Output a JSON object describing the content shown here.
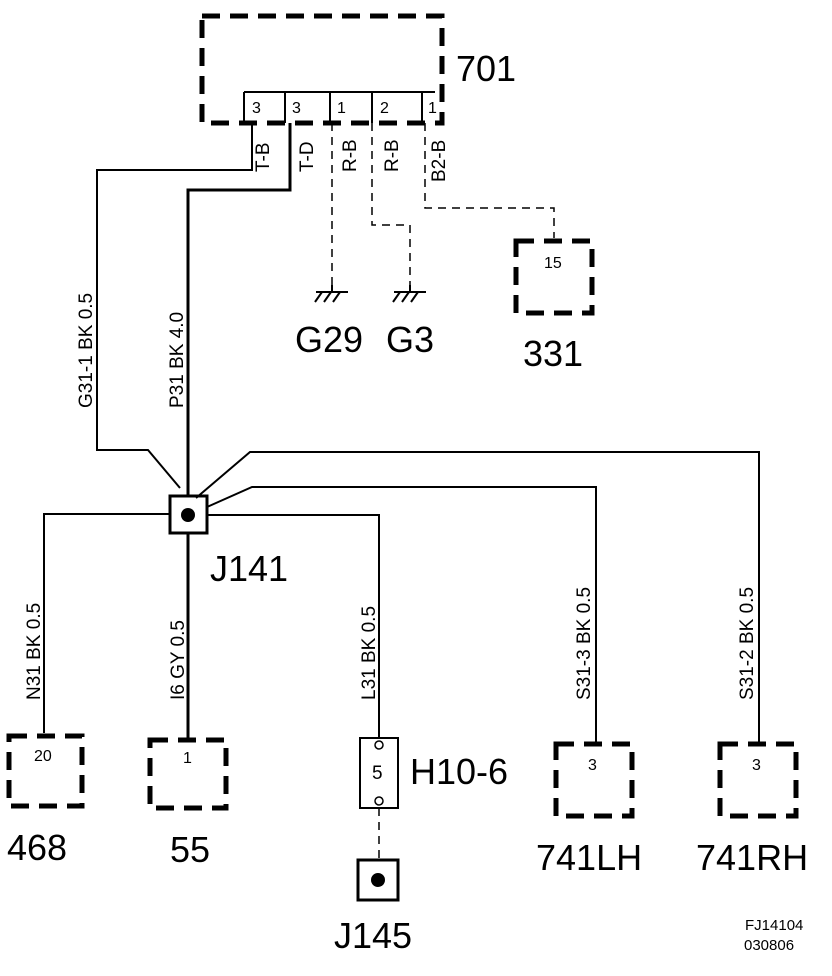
{
  "components": {
    "c701": "701",
    "c331": "331",
    "c468": "468",
    "c55": "55",
    "c741lh": "741LH",
    "c741rh": "741RH",
    "h10_6": "H10-6",
    "j141": "J141",
    "j145": "J145",
    "g29": "G29",
    "g3": "G3"
  },
  "pins": {
    "p701_tb": "3",
    "p701_td": "3",
    "p701_rb1": "1",
    "p701_rb2": "2",
    "p701_b2b": "1",
    "p331": "15",
    "p468": "20",
    "p55": "1",
    "p741lh": "3",
    "p741rh": "3",
    "ph10": "5"
  },
  "wires": {
    "tb": "T-B",
    "td": "T-D",
    "rb1": "R-B",
    "rb2": "R-B",
    "b2b": "B2-B",
    "g31_1": "G31-1 BK  0.5",
    "p31": "P31  BK  4.0",
    "n31": "N31  BK  0.5",
    "i6": "I6  GY  0.5",
    "l31": "L31  BK  0.5",
    "s31_3": "S31-3  BK  0.5",
    "s31_2": "S31-2  BK  0.5"
  },
  "figure_id": "FJ14104",
  "figure_date": "030806"
}
